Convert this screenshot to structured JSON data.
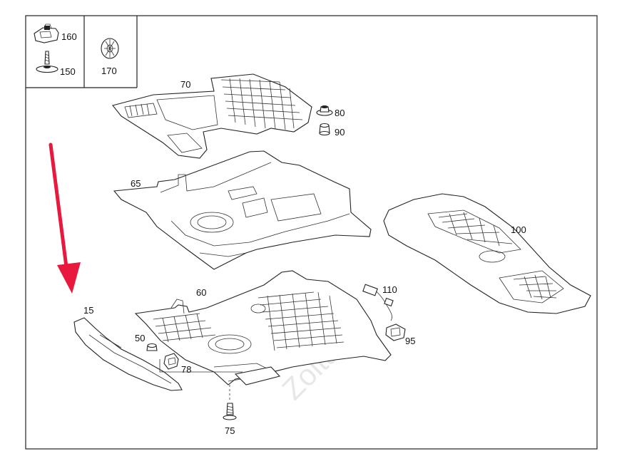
{
  "watermark": "Zoltar",
  "accent_color": "#e8193c",
  "legend": {
    "items": [
      {
        "part": "160",
        "icon": "spring-nut-icon"
      },
      {
        "part": "150",
        "icon": "screw-icon"
      },
      {
        "part": "170",
        "icon": "clip-icon"
      }
    ]
  },
  "callouts": {
    "p70": "70",
    "p80": "80",
    "p90": "90",
    "p65": "65",
    "p100": "100",
    "p60": "60",
    "p110": "110",
    "p15": "15",
    "p50": "50",
    "p95": "95",
    "p78": "78",
    "p75": "75"
  }
}
